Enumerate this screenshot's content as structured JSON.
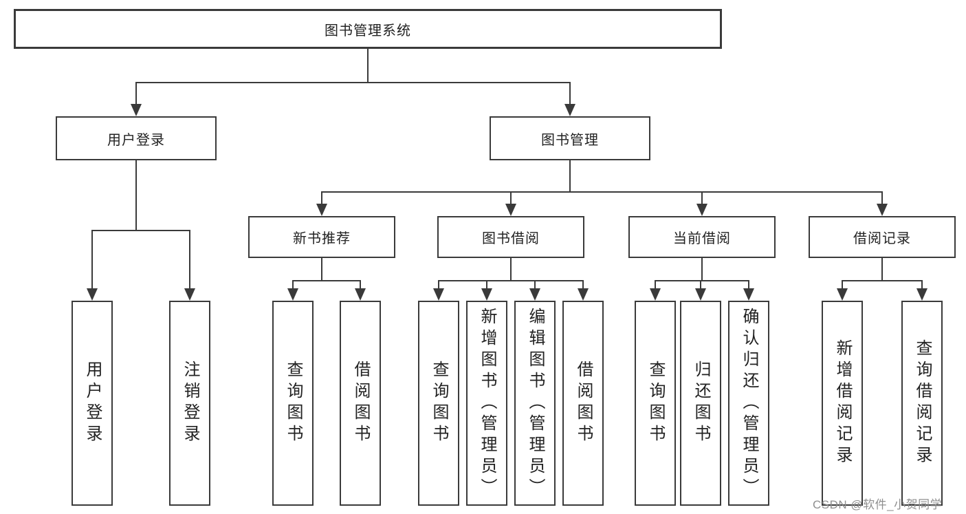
{
  "colors": {
    "line": "#3a3a3a",
    "text": "#222222",
    "background": "#ffffff",
    "watermark": "#8f8f8f"
  },
  "watermark": {
    "text": "CSDN @软件_小贺同学"
  },
  "tree": {
    "root": {
      "label": "图书管理系统",
      "children": [
        {
          "label": "用户登录",
          "children": [
            {
              "label": "用户登录"
            },
            {
              "label": "注销登录"
            }
          ]
        },
        {
          "label": "图书管理",
          "children": [
            {
              "label": "新书推荐",
              "children": [
                {
                  "label": "查询图书"
                },
                {
                  "label": "借阅图书"
                }
              ]
            },
            {
              "label": "图书借阅",
              "children": [
                {
                  "label": "查询图书"
                },
                {
                  "label": "新增图书（管理员）"
                },
                {
                  "label": "编辑图书（管理员）"
                },
                {
                  "label": "借阅图书"
                }
              ]
            },
            {
              "label": "当前借阅",
              "children": [
                {
                  "label": "查询图书"
                },
                {
                  "label": "归还图书"
                },
                {
                  "label": "确认归还（管理员）"
                }
              ]
            },
            {
              "label": "借阅记录",
              "children": [
                {
                  "label": "新增借阅记录"
                },
                {
                  "label": "查询借阅记录"
                }
              ]
            }
          ]
        }
      ]
    }
  }
}
